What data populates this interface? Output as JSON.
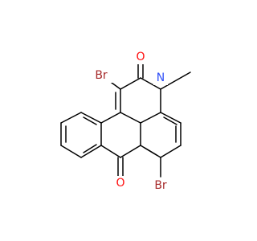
{
  "molecule": {
    "atoms": [
      {
        "name": "atom-label-o-top",
        "text": "O",
        "color": "#FF0D0D"
      },
      {
        "name": "atom-label-br-top",
        "text": "Br",
        "color": "#A62929"
      },
      {
        "name": "atom-label-n",
        "text": "N",
        "color": "#3050F8"
      },
      {
        "name": "atom-label-o-bottom",
        "text": "O",
        "color": "#FF0D0D"
      },
      {
        "name": "atom-label-br-bottom",
        "text": "Br",
        "color": "#A62929"
      }
    ],
    "bond_color": "#000000"
  }
}
